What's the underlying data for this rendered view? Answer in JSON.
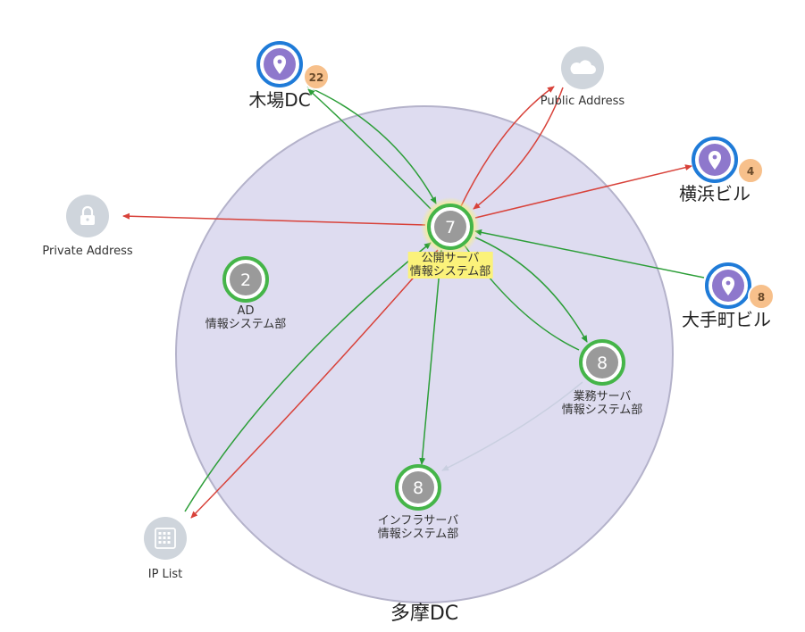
{
  "zone": {
    "label": "多摩DC"
  },
  "center_node": {
    "count": "7",
    "line1": "公開サーバ",
    "line2": "情報システム部"
  },
  "ad_node": {
    "count": "2",
    "line1": "AD",
    "line2": "情報システム部"
  },
  "gyomu_node": {
    "count": "8",
    "line1": "業務サーバ",
    "line2": "情報システム部"
  },
  "infra_node": {
    "count": "8",
    "line1": "インフラサーバ",
    "line2": "情報システム部"
  },
  "kiba": {
    "label": "木場DC",
    "badge": "22"
  },
  "yokohama": {
    "label": "横浜ビル",
    "badge": "4"
  },
  "otemachi": {
    "label": "大手町ビル",
    "badge": "8"
  },
  "public_address": {
    "label": "Public Address",
    "icon": "cloud-icon"
  },
  "private_address": {
    "label": "Private Address",
    "icon": "lock-icon"
  },
  "ip_list": {
    "label": "IP List",
    "icon": "grid-list-icon"
  },
  "colors": {
    "zone_fill": "#dedcf0",
    "zone_stroke": "#b4b2ca",
    "group_ring": "#45b549",
    "group_fill": "#9a9a9a",
    "location_ring": "#1f7bd8",
    "location_fill": "#8e78cc",
    "badge": "#f7c08b",
    "external_node": "#cfd5dc",
    "edge_green": "#2c9e38",
    "edge_red": "#d8423a",
    "edge_faint": "#c9cfe0",
    "highlight": "#fbf27a"
  }
}
